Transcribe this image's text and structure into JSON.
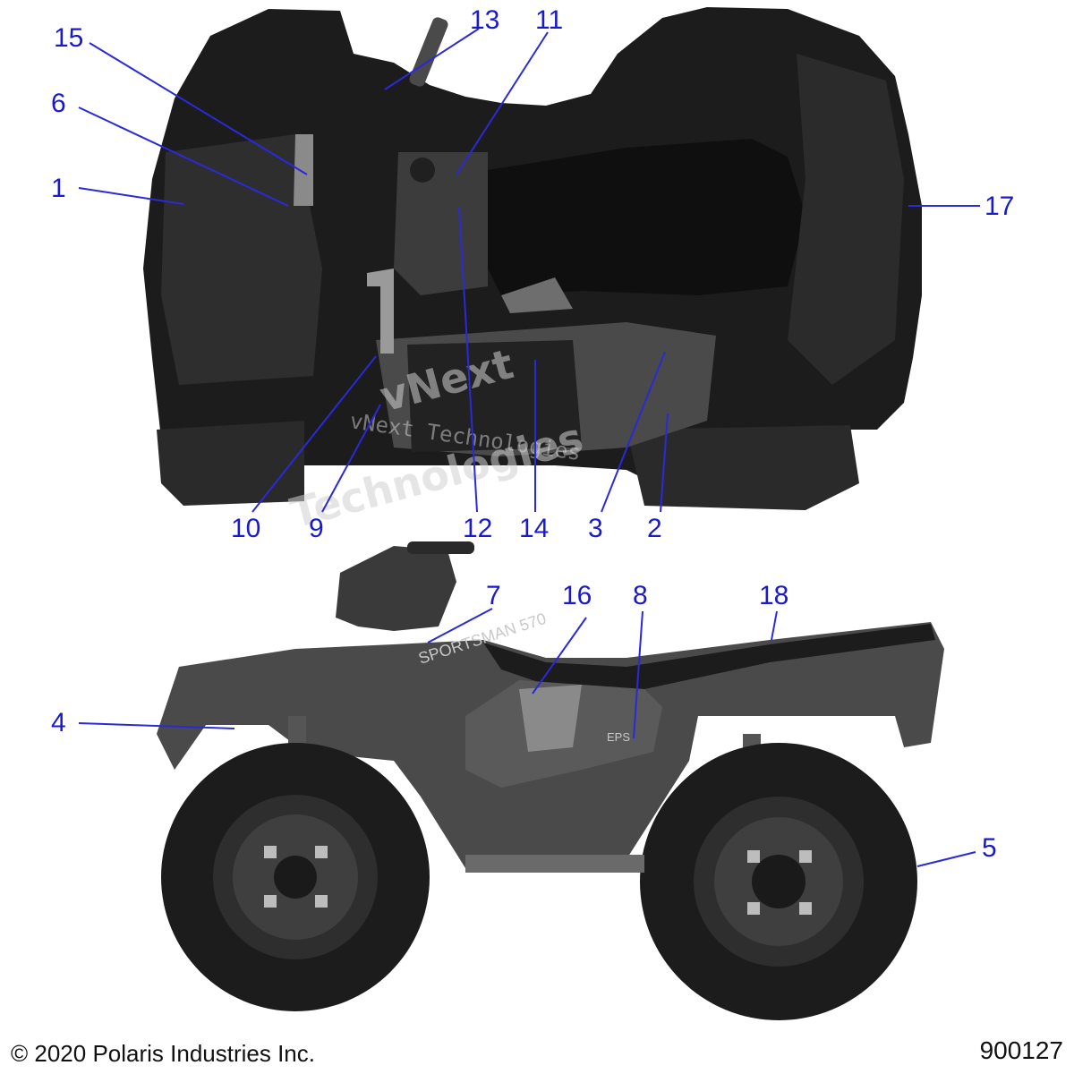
{
  "callouts": [
    {
      "id": "1",
      "label": "1"
    },
    {
      "id": "2",
      "label": "2"
    },
    {
      "id": "3",
      "label": "3"
    },
    {
      "id": "4",
      "label": "4"
    },
    {
      "id": "5",
      "label": "5"
    },
    {
      "id": "6",
      "label": "6"
    },
    {
      "id": "7",
      "label": "7"
    },
    {
      "id": "8",
      "label": "8"
    },
    {
      "id": "9",
      "label": "9"
    },
    {
      "id": "10",
      "label": "10"
    },
    {
      "id": "11",
      "label": "11"
    },
    {
      "id": "12",
      "label": "12"
    },
    {
      "id": "13",
      "label": "13"
    },
    {
      "id": "14",
      "label": "14"
    },
    {
      "id": "15",
      "label": "15"
    },
    {
      "id": "16",
      "label": "16"
    },
    {
      "id": "17",
      "label": "17"
    },
    {
      "id": "18",
      "label": "18"
    }
  ],
  "watermark": {
    "line1": "vNext",
    "line2": "Technologies",
    "line3": "vNext Technologies"
  },
  "decal_text": {
    "model_badge": "SPORTSMAN 570",
    "side_badge": "EPS"
  },
  "footer": {
    "copyright": "© 2020 Polaris Industries Inc.",
    "diagram_id": "900127"
  },
  "colors": {
    "callout": "#1a1acc",
    "vehicle_dark": "#1c1c1c",
    "vehicle_mid": "#4a4a4a",
    "vehicle_light": "#8a8a8a"
  }
}
